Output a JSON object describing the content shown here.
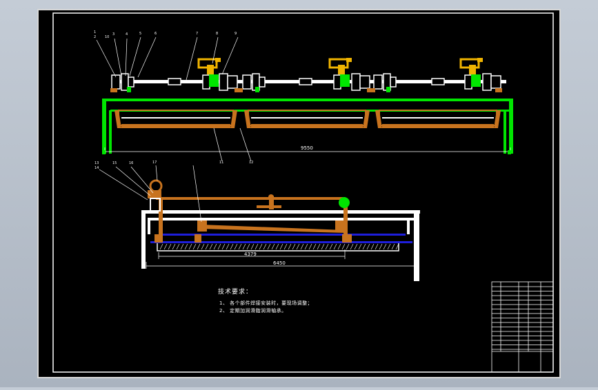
{
  "colors": {
    "background": "#000000",
    "frame": "#ffffff",
    "green": "#00e600",
    "orange": "#c8731e",
    "yellow": "#f0b400",
    "blue": "#1e1edc",
    "outer_bg": "#b4bcc8"
  },
  "top_view": {
    "overall_dimension": "9550",
    "balloon_labels": [
      "1",
      "2",
      "3",
      "4",
      "5",
      "6",
      "7",
      "8",
      "9",
      "10"
    ],
    "lower_balloons": [
      "11",
      "12"
    ]
  },
  "bottom_view": {
    "dimension_inner": "4379",
    "dimension_outer": "6450",
    "balloon_labels": [
      "13",
      "14",
      "15",
      "16",
      "17"
    ]
  },
  "technical_requirements": {
    "title": "技术要求：",
    "items": [
      "1、 各个部件焊接安装时，要现场调整；",
      "2、 定期加润滑脂润滑轴承。"
    ]
  }
}
